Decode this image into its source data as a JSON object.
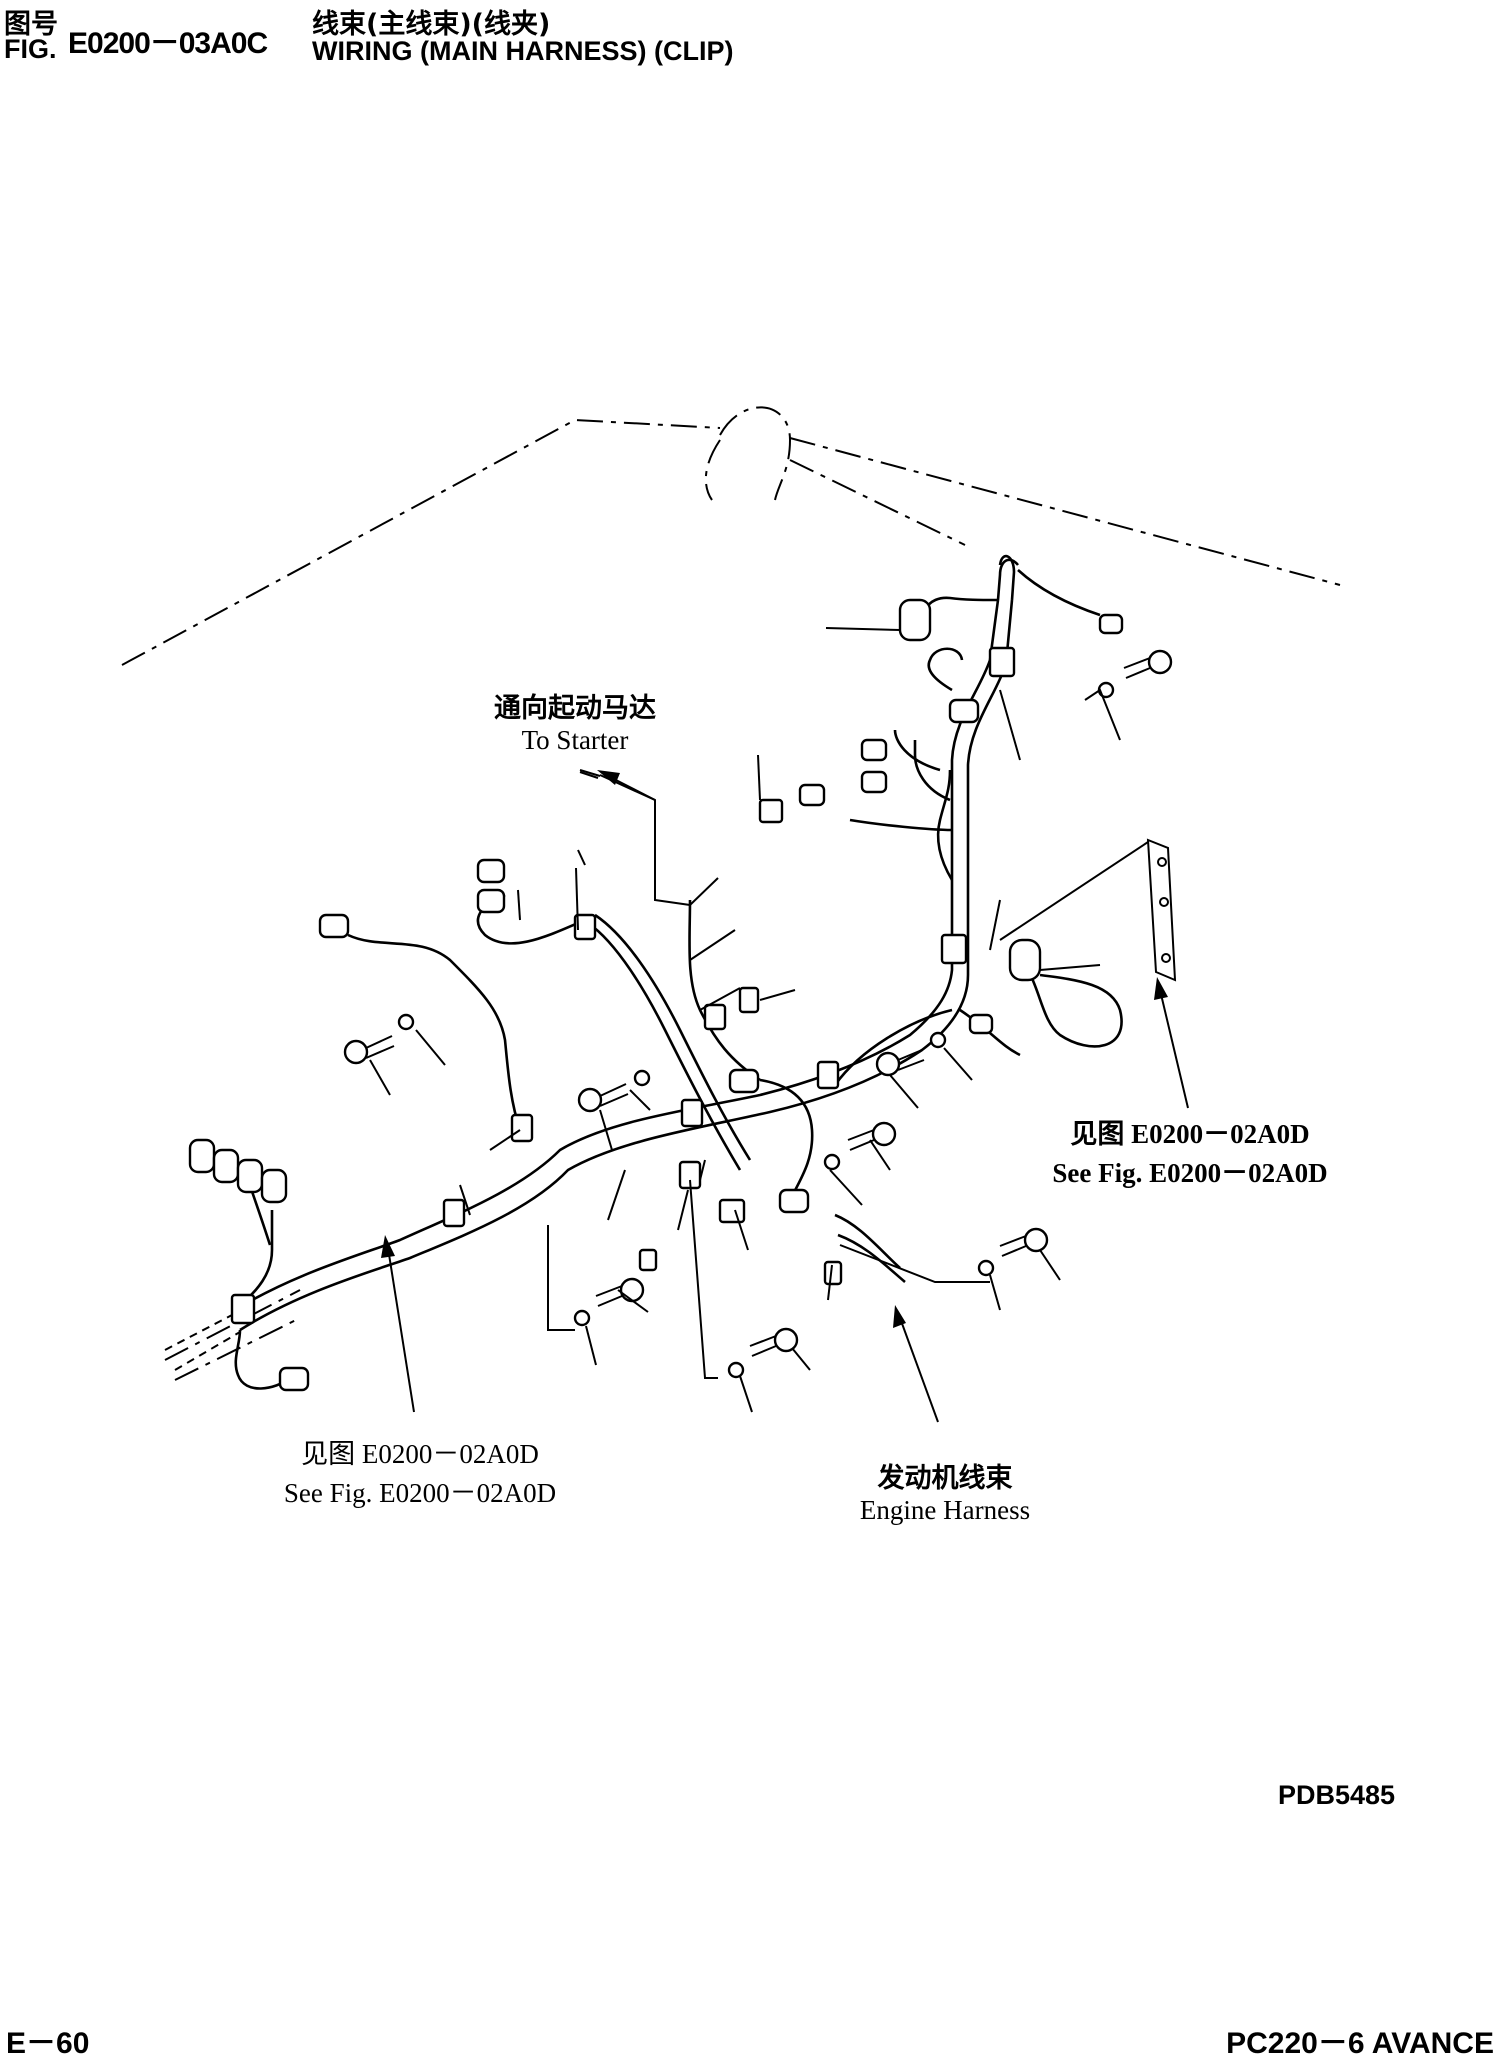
{
  "header": {
    "fig_label_cn": "图号",
    "fig_label_en": "FIG.",
    "fig_number": "E0200－03A0C",
    "title_cn": "线束(主线束)(线夹)",
    "title_en": "WIRING (MAIN HARNESS) (CLIP)"
  },
  "callouts": {
    "to_starter_cn": "通向起动马达",
    "to_starter_en": "To Starter",
    "see_fig_right_cn": "见图 E0200－02A0D",
    "see_fig_right_en": "See Fig. E0200－02A0D",
    "see_fig_left_cn": "见图 E0200－02A0D",
    "see_fig_left_en": "See Fig. E0200－02A0D",
    "engine_harness_cn": "发动机线束",
    "engine_harness_en": "Engine Harness"
  },
  "footer": {
    "drawing_id": "PDB5485",
    "page_number": "E－60",
    "model": "PC220－6 AVANCE"
  }
}
